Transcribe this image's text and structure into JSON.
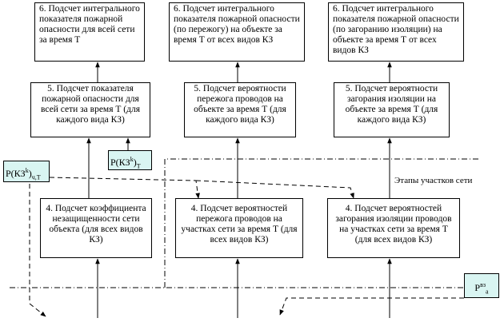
{
  "boxes": {
    "b6a": "6. Подсчет интегрального показателя пожарной опасности для всей сети за время Т",
    "b6b": "6. Подсчет интегрального показателя пожарной опасности (по пережогу)  на объекте за время Т от всех видов КЗ",
    "b6c": "6. Подсчет интегрального показателя пожарной опасности (по загоранию изоляции) на объекте за время Т от всех видов КЗ",
    "b5a": "5. Подсчет показателя пожарной опасности для всей сети за время Т (для каждого вида КЗ)",
    "b5b": "5. Подсчет вероятности пережога проводов на объекте за время Т (для каждого вида КЗ)",
    "b5c": "5. Подсчет вероятности загорания изоляции на объекте за время Т (для каждого вида КЗ)",
    "b4a": "4. Подсчет коэффициента незащищенности сети объекта (для всех видов КЗ)",
    "b4b": "4. Подсчет вероятностей пережога проводов на участках сети за время Т (для всех видов КЗ)",
    "b4c": "4. Подсчет вероятностей загорания изоляции проводов на участках сети за время Т (для всех видов КЗ)"
  },
  "pbox1": {
    "base": "Р(КЗ",
    "sup": "k",
    "tail": ")",
    "sub": "ч,Т"
  },
  "pbox2": {
    "base": "Р(КЗ",
    "sup": "k",
    "tail": ")",
    "sub": "Т"
  },
  "pbox3": {
    "base": "Р",
    "sup": "вз",
    "sub": "а"
  },
  "stage_label": "Этапы  участков сети",
  "colors": {
    "line": "#000000",
    "box_fill": "#ffffff",
    "highlight_fill": "#d9f5f2"
  }
}
